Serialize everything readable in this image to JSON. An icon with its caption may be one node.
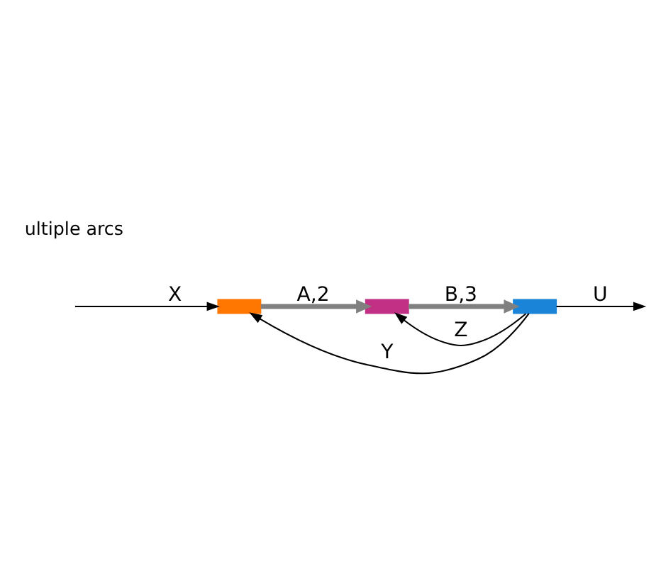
{
  "diagram": {
    "nodes": [
      {
        "text": [],
        "shape": "bar"
      },
      {
        "text": [],
        "shape": "bar"
      },
      {
        "text": [],
        "shape": "bar"
      }
    ],
    "edges": [
      {
        "from": null,
        "to": 0,
        "arrow": "to",
        "label": "X"
      },
      {
        "from": 0,
        "to": 1,
        "arrow": "to",
        "label": "A,2",
        "style": "thick",
        "color": "#808080"
      },
      {
        "from": 1,
        "to": 2,
        "arrow": "to",
        "label": "B,3",
        "style": "thick",
        "color": "#808080"
      },
      {
        "from": 2,
        "to": 0,
        "arrow": "to",
        "label": "Y"
      },
      {
        "from": 2,
        "to": 1,
        "arrow": "to",
        "label": "Z"
      },
      {
        "from": 2,
        "to": null,
        "arrow": "to",
        "label": "U"
      }
    ],
    "labels": [
      "ultiple arcs"
    ]
  }
}
